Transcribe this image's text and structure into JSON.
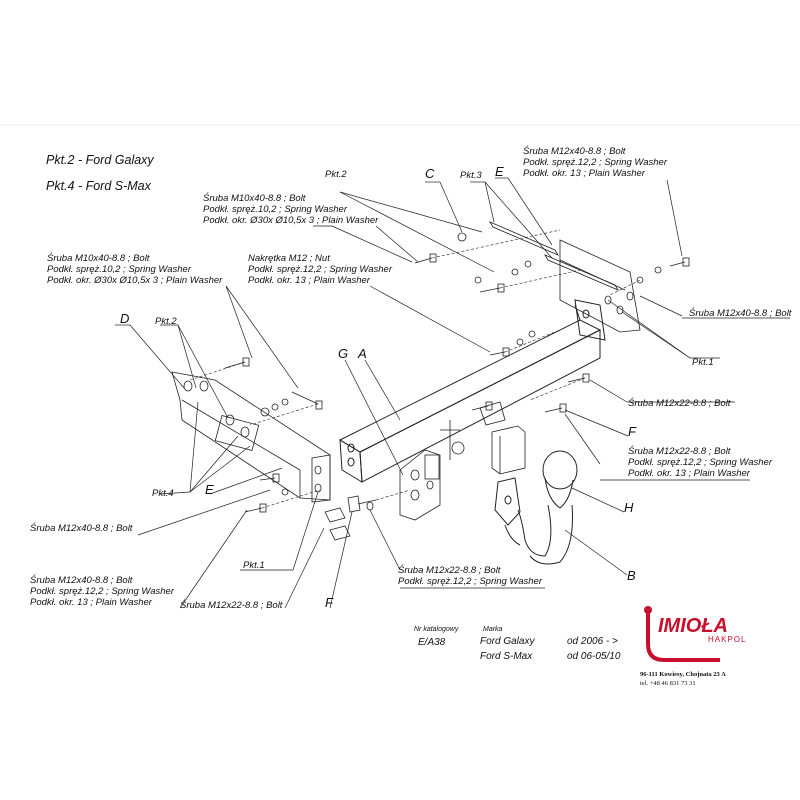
{
  "headings": {
    "pkt2": "Pkt.2 - Ford Galaxy",
    "pkt4": "Pkt.4 - Ford S-Max"
  },
  "callouts": {
    "screw_top_right": [
      "Śruba M12x40-8.8 ;  Bolt",
      "Podkł. spręż.12,2 ; Spring Washer",
      "Podkł. okr. 13 ; Plain Washer"
    ],
    "screw_top_mid": [
      "Śruba M10x40-8.8 ;  Bolt",
      "Podkł. spręż.10,2 ; Spring Washer",
      "Podkł. okr.  Ø30x Ø10,5x 3 ; Plain Washer"
    ],
    "screw_left": [
      "Śruba M10x40-8.8 ;  Bolt",
      "Podkł. spręż.10,2 ; Spring Washer",
      "Podkł. okr.  Ø30x Ø10,5x 3 ; Plain Washer"
    ],
    "nut_mid": [
      "Nakrętka  M12 ; Nut",
      "Podkł. spręż.12,2 ; Spring Washer",
      "Podkł. okr. 13 ; Plain Washer"
    ],
    "screw_right_single": "Śruba M12x40-8.8 ;  Bolt",
    "screw_m12x22_right": "Śruba M12x22-8.8 ;  Bolt",
    "screw_m12x22_washers": [
      "Śruba M12x22-8.8 ;  Bolt",
      "Podkł. spręż.12,2 ; Spring Washer",
      "Podkł. okr. 13 ; Plain Washer"
    ],
    "screw_left_single": "Śruba M12x40-8.8 ;  Bolt",
    "screw_bottom_left": [
      "Śruba M12x40-8.8 ;  Bolt",
      "Podkł. spręż.12,2 ; Spring Washer",
      "Podkł. okr. 13 ; Plain Washer"
    ],
    "screw_bottom_m12x22": "Śruba M12x22-8.8 ;  Bolt",
    "screw_bottom_mid": [
      "Śruba M12x22-8.8 ;  Bolt",
      "Podkł. spręż.12,2 ; Spring Washer"
    ]
  },
  "letters": {
    "A": "A",
    "B": "B",
    "C": "C",
    "D": "D",
    "E": "E",
    "F": "F",
    "G": "G",
    "H": "H"
  },
  "pkt_labels": {
    "pkt1": "Pkt.1",
    "pkt2": "Pkt.2",
    "pkt3": "Pkt.3",
    "pkt4": "Pkt.4"
  },
  "catalog": {
    "nr_label": "Nr katalogowy",
    "nr_value": "E/A38",
    "marka_label": "Marka",
    "models": [
      {
        "name": "Ford Galaxy",
        "date": "od 2006 - >"
      },
      {
        "name": "Ford S-Max",
        "date": "od 06-05/10"
      }
    ]
  },
  "brand": {
    "logo_text": "IMIOŁA",
    "sub_text": "HAKPOL",
    "address": "96-111 Kowiesy, Chojnata 23 A",
    "phone": "tel. +48 46 831 73 31",
    "logo_color": "#c8102e"
  }
}
